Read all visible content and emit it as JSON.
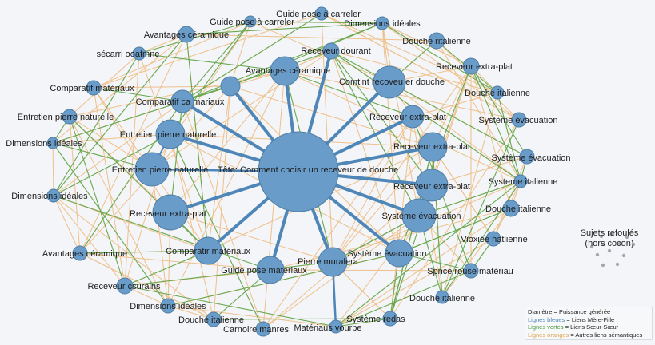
{
  "center": {
    "label": "Tête: Comment choisir un receveur de douche"
  },
  "nodes": [
    {
      "label": "Tête: Comment choisir un receveur de douche"
    },
    {
      "label": "Avantages céramique"
    },
    {
      "label": "Guide pose à carreler"
    },
    {
      "label": "Guide pose à carreler"
    },
    {
      "label": "Dimensions idéales"
    },
    {
      "label": "Douche ritalienne"
    },
    {
      "label": "Receveur extra-plat"
    },
    {
      "label": "Douche italienne"
    },
    {
      "label": "Système évacuation"
    },
    {
      "label": "Système évacuation"
    },
    {
      "label": "Systeme italienne"
    },
    {
      "label": "Douche italienne"
    },
    {
      "label": "Vioxiée hatlienne"
    },
    {
      "label": "Spnce rouse matériau"
    },
    {
      "label": "Douche italienne"
    },
    {
      "label": "Système redas"
    },
    {
      "label": "Matériaus vourpe"
    },
    {
      "label": "Carnoire manres"
    },
    {
      "label": "Douche italienne"
    },
    {
      "label": "Dimensions idéales"
    },
    {
      "label": "Receveur csurains"
    },
    {
      "label": "Avantages céramique"
    },
    {
      "label": "Dimensions idéales"
    },
    {
      "label": "Entretien pierre naturelle"
    },
    {
      "label": "Dimensions idéales"
    },
    {
      "label": "Comparatif matériaux"
    },
    {
      "label": "sécarri ooafmne"
    },
    {
      "label": "Avantages céramique"
    },
    {
      "label": ""
    },
    {
      "label": "Comparatif ca mariaux"
    },
    {
      "label": "Entretien pierre naturelle"
    },
    {
      "label": "Entretien pierre naturelle"
    },
    {
      "label": "Receveur dourant"
    },
    {
      "label": "Comtint recoveu er douche"
    },
    {
      "label": "Receveur extra-plat"
    },
    {
      "label": "Receveur extra-plat"
    },
    {
      "label": "Receveur extra-plat"
    },
    {
      "label": "Système évacuation"
    },
    {
      "label": "Système évacuation"
    },
    {
      "label": "Pierre muralera"
    },
    {
      "label": "Guide pose matériaux"
    },
    {
      "label": "Comparatir matériaux"
    },
    {
      "label": "Receveur extra-plat"
    }
  ],
  "repressed": {
    "line1": "Sujets refoulés",
    "line2": "(hors cocon)"
  },
  "legend": {
    "diameter": "Diamètre = Puissance générée",
    "blue_key": "Lignes bleues",
    "blue_val": " = Liens Mère-Fille",
    "green_key": "Lignes vertes",
    "green_val": " = Liens Sœur-Sœur",
    "orange_key": "Lignes oranges",
    "orange_val": " = Autres liens sémantiques"
  },
  "colors": {
    "node": "#6a9cc9",
    "node_stroke": "#4f7fa8",
    "blue": "#4f86b8",
    "green": "#6aa84f",
    "orange": "#efc08a",
    "background": "#f3f5f8"
  }
}
